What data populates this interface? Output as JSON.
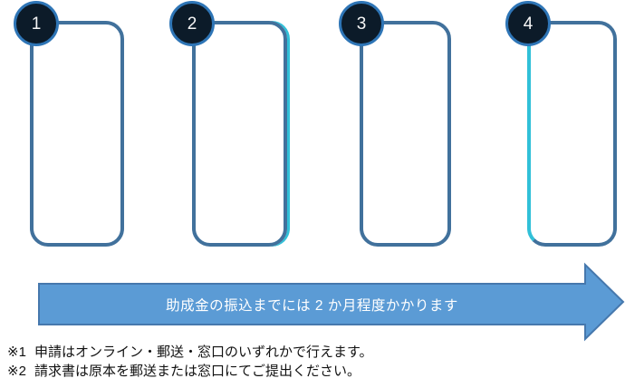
{
  "colors": {
    "bg": "#FFFFFF",
    "box-border": "#41719C",
    "accent-cyan": "#31C0D8",
    "circle-fill": "#0C1B29",
    "circle-border": "#2E75B6",
    "arrow-fill": "#5B9BD5",
    "arrow-border": "#4678AD",
    "arrow-text": "#FFFFFF",
    "footnote-text": "#111111"
  },
  "steps": [
    {
      "number": "1"
    },
    {
      "number": "2"
    },
    {
      "number": "3"
    },
    {
      "number": "4"
    }
  ],
  "arrow": {
    "label": "助成金の振込までには 2 か月程度かかります"
  },
  "footnotes": {
    "line1": {
      "marker": "※1",
      "text": "申請はオンライン・郵送・窓口のいずれかで行えます。"
    },
    "line2": {
      "marker": "※2",
      "text": "請求書は原本を郵送または窓口にてご提出ください。"
    }
  }
}
